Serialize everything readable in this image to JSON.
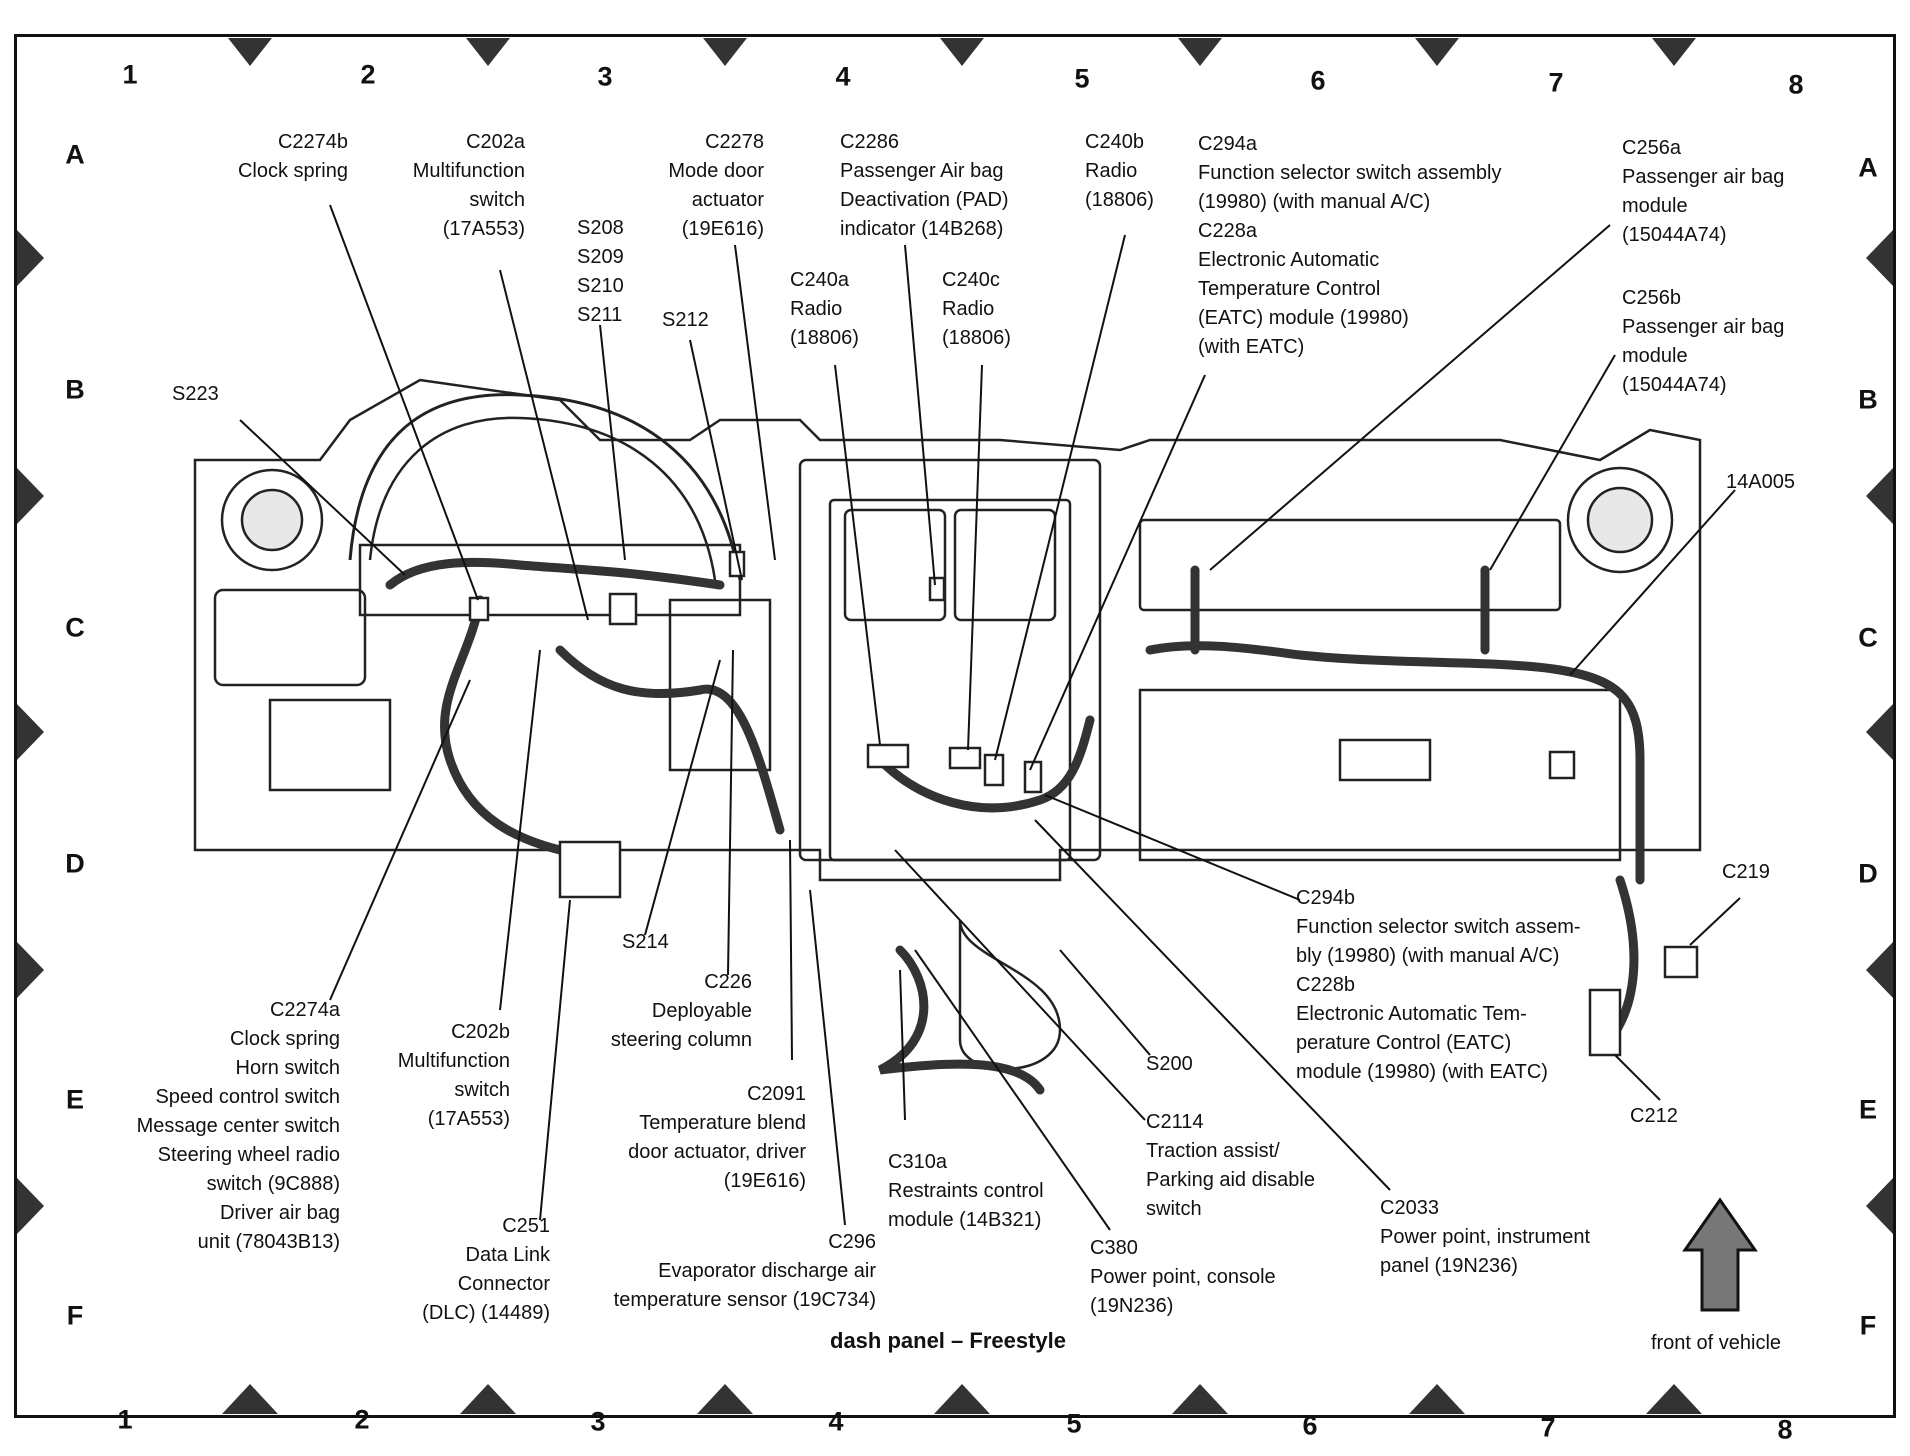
{
  "diagram": {
    "caption": "dash panel – Freestyle",
    "front_label": "front of vehicle"
  },
  "grid": {
    "columns": [
      "1",
      "2",
      "3",
      "4",
      "5",
      "6",
      "7",
      "8"
    ],
    "rows": [
      "A",
      "B",
      "C",
      "D",
      "E",
      "F"
    ]
  },
  "callouts": {
    "c2274b": [
      "C2274b",
      "Clock spring"
    ],
    "c202a": [
      "C202a",
      "Multifunction",
      "switch",
      "(17A553)"
    ],
    "s208": [
      "S208",
      "S209",
      "S210",
      "S211"
    ],
    "s212": [
      "S212"
    ],
    "c2278": [
      "C2278",
      "Mode door",
      "actuator",
      "(19E616)"
    ],
    "c2286": [
      "C2286",
      "Passenger Air bag",
      "Deactivation (PAD)",
      "indicator (14B268)"
    ],
    "c240a": [
      "C240a",
      "Radio",
      "(18806)"
    ],
    "c240c": [
      "C240c",
      "Radio",
      "(18806)"
    ],
    "c240b": [
      "C240b",
      "Radio",
      "(18806)"
    ],
    "c294a": [
      "C294a",
      "Function selector switch assembly",
      "(19980) (with manual A/C)",
      "C228a",
      "Electronic Automatic",
      "Temperature Control",
      "(EATC) module (19980)",
      "(with EATC)"
    ],
    "c256a": [
      "C256a",
      "Passenger air bag",
      "module",
      "(15044A74)"
    ],
    "c256b": [
      "C256b",
      "Passenger air bag",
      "module",
      "(15044A74)"
    ],
    "s223": [
      "S223"
    ],
    "a14a005": [
      "14A005"
    ],
    "c219": [
      "C219"
    ],
    "c2274a": [
      "C2274a",
      "Clock spring",
      "Horn switch",
      "Speed control switch",
      "Message center switch",
      "Steering wheel radio",
      "switch (9C888)",
      "Driver air bag",
      "unit (78043B13)"
    ],
    "c202b": [
      "C202b",
      "Multifunction",
      "switch",
      "(17A553)"
    ],
    "c251": [
      "C251",
      "Data Link",
      "Connector",
      "(DLC) (14489)"
    ],
    "s214": [
      "S214"
    ],
    "c226": [
      "C226",
      "Deployable",
      "steering column"
    ],
    "c2091": [
      "C2091",
      "Temperature blend",
      "door actuator, driver",
      "(19E616)"
    ],
    "c296": [
      "C296",
      "Evaporator discharge air",
      "temperature sensor (19C734)"
    ],
    "c310a": [
      "C310a",
      "Restraints control",
      "module (14B321)"
    ],
    "c380": [
      "C380",
      "Power point, console",
      "(19N236)"
    ],
    "s200": [
      "S200"
    ],
    "c2114": [
      "C2114",
      "Traction assist/",
      "Parking aid disable",
      "switch"
    ],
    "c2033": [
      "C2033",
      "Power point, instrument",
      "panel (19N236)"
    ],
    "c294b": [
      "C294b",
      "Function selector switch assem-",
      "bly (19980) (with manual A/C)",
      "C228b",
      "Electronic Automatic Tem-",
      "perature Control (EATC)",
      "module (19980) (with EATC)"
    ],
    "c212": [
      "C212"
    ]
  }
}
